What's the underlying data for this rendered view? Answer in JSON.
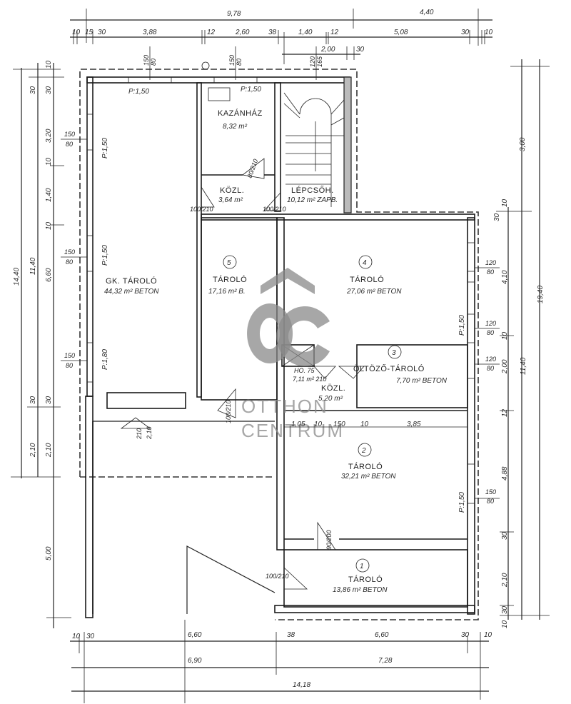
{
  "watermark": {
    "logo": "ÔC",
    "line1": "OTTHON",
    "line2": "CENTRUM"
  },
  "dims": {
    "top": [
      "9,78",
      "4,40",
      "10",
      "15",
      "30",
      "3,88",
      "12",
      "2,60",
      "38",
      "1,40",
      "12",
      "5,08",
      "30",
      "10",
      "2,00",
      "30"
    ],
    "top_windows": [
      "150",
      "80",
      "150",
      "80",
      "120",
      "165"
    ],
    "left": [
      "14,40",
      "11,40",
      "6,60",
      "10",
      "30",
      "30",
      "3,20",
      "10",
      "1,40",
      "10",
      "30",
      "30",
      "2,10",
      "2,10",
      "5,00"
    ],
    "left_windows": [
      "150",
      "80",
      "150",
      "80",
      "150",
      "80"
    ],
    "right": [
      "3,00",
      "19,40",
      "11,40",
      "10",
      "30",
      "4,10",
      "10",
      "2,00",
      "12",
      "4,88",
      "30",
      "2,10",
      "30",
      "10"
    ],
    "right_windows": [
      "120",
      "80",
      "120",
      "80",
      "120",
      "80",
      "150",
      "80"
    ],
    "bottom": [
      "10",
      "30",
      "6,60",
      "38",
      "6,60",
      "30",
      "10",
      "6,90",
      "7,28",
      "14,18"
    ],
    "inner": [
      "1,05",
      "10",
      "150",
      "10",
      "3,85"
    ]
  },
  "parapets": [
    "P:1,50",
    "P:1,50",
    "P:1,50",
    "P:1,50",
    "P:1,80",
    "P:1,50",
    "P:1,50"
  ],
  "doors": [
    "100/210",
    "100/210",
    "80/210",
    "210",
    "100/210",
    "90/200",
    "100/210",
    "2,10"
  ],
  "rooms": {
    "kazanhaz": {
      "name": "KAZÁNHÁZ",
      "area": "8,32 m²"
    },
    "kozl1": {
      "name": "KÖZL.",
      "area": "3,64 m²"
    },
    "lepcsoh": {
      "name": "LÉPCSŐH.",
      "area": "10,12 m² ZAPB."
    },
    "gk": {
      "name": "GK. TÁROLÓ",
      "area": "44,32 m² BETON"
    },
    "r5": {
      "num": "5",
      "name": "TÁROLÓ",
      "area": "17,16 m² B."
    },
    "r4": {
      "num": "4",
      "name": "TÁROLÓ",
      "area": "27,06 m² BETON"
    },
    "r3": {
      "num": "3",
      "name": "ÖLTÖZŐ-TÁROLÓ",
      "area": "7,70 m² BETON"
    },
    "ho": {
      "name": "HO. 75",
      "area": "7,11 m² 210"
    },
    "kozl2": {
      "name": "KÖZL.",
      "area": "5,20 m²"
    },
    "r2": {
      "num": "2",
      "name": "TÁROLÓ",
      "area": "32,21 m² BETON"
    },
    "r1": {
      "num": "1",
      "name": "TÁROLÓ",
      "area": "13,86 m² BETON"
    }
  }
}
